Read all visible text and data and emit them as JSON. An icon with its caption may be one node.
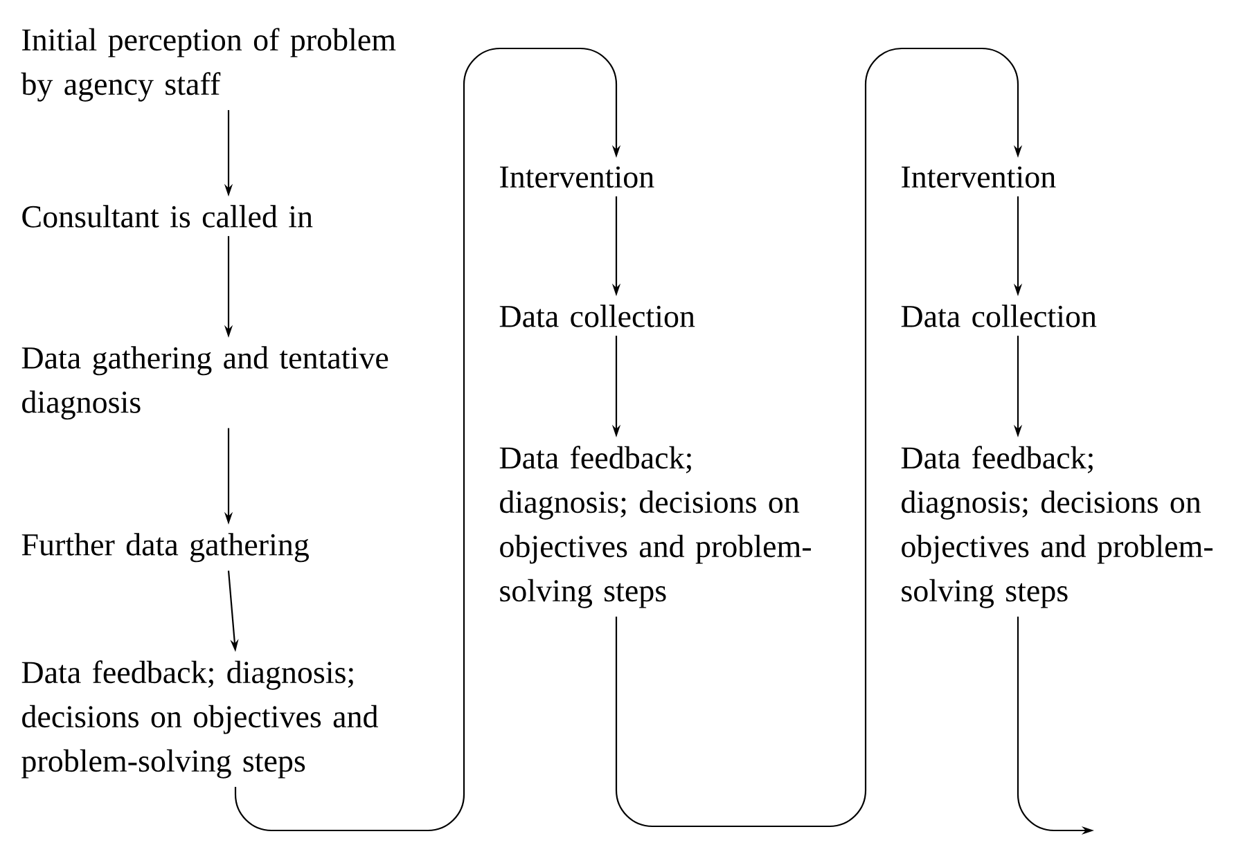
{
  "diagram": {
    "nodes": [
      {
        "text": [
          "Initial perception of problem by agency staff"
        ]
      },
      {
        "text": [
          "Consultant is called in"
        ]
      },
      {
        "text": [
          "Data gathering and tentative diagnosis"
        ]
      },
      {
        "text": [
          "Further data gathering"
        ]
      },
      {
        "text": [
          "Data feedback; diagnosis; decisions on objectives and problem-solving steps"
        ]
      },
      {
        "text": [
          "Intervention"
        ]
      },
      {
        "text": [
          "Data collection"
        ]
      },
      {
        "text": [
          "Data feedback; diagnosis; decisions on objectives and problem-solving steps"
        ]
      },
      {
        "text": [
          "Intervention"
        ]
      },
      {
        "text": [
          "Data collection"
        ]
      },
      {
        "text": [
          "Data feedback; diagnosis; decisions on objectives and problem-solving steps"
        ]
      }
    ],
    "edges": [
      {
        "from": 0,
        "to": 1,
        "arrow": "to"
      },
      {
        "from": 1,
        "to": 2,
        "arrow": "to"
      },
      {
        "from": 2,
        "to": 3,
        "arrow": "to"
      },
      {
        "from": 3,
        "to": 4,
        "arrow": "to"
      },
      {
        "from": 4,
        "to": 5,
        "arrow": "to"
      },
      {
        "from": 5,
        "to": 6,
        "arrow": "to"
      },
      {
        "from": 6,
        "to": 7,
        "arrow": "to"
      },
      {
        "from": 7,
        "to": 8,
        "arrow": "to"
      },
      {
        "from": 8,
        "to": 9,
        "arrow": "to"
      },
      {
        "from": 9,
        "to": 10,
        "arrow": "to"
      },
      {
        "from": 10,
        "to": null,
        "arrow": "to"
      }
    ]
  }
}
